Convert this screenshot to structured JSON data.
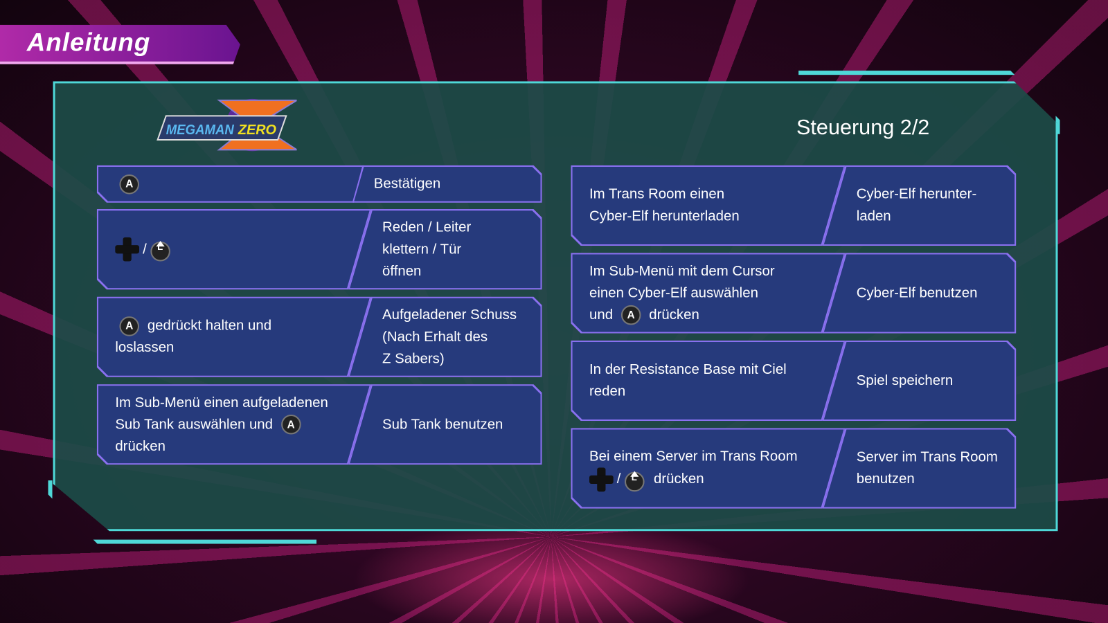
{
  "header": {
    "title": "Anleitung"
  },
  "logo": {
    "text": "MEGAMAN ZERO"
  },
  "page": {
    "title": "Steuerung 2/2"
  },
  "left": [
    {
      "action": "Bestätigen"
    },
    {
      "action_lines": [
        "Reden / Leiter",
        "klettern / Tür",
        "öffnen"
      ]
    },
    {
      "input_post": "gedrückt halten und",
      "input_line2": "loslassen",
      "action_lines": [
        "Aufgeladener Schuss",
        "(Nach Erhalt des",
        "Z Sabers)"
      ]
    },
    {
      "input_line1": "Im Sub-Menü einen aufgeladenen",
      "input_line2": "Sub Tank auswählen und",
      "input_line3": "drücken",
      "action": "Sub Tank benutzen"
    }
  ],
  "right": [
    {
      "input_lines": [
        "Im Trans Room einen",
        "Cyber-Elf herunterladen"
      ],
      "action_lines": [
        "Cyber-Elf herunter-",
        "laden"
      ]
    },
    {
      "input_line1": "Im Sub-Menü mit dem Cursor",
      "input_line2": "einen Cyber-Elf auswählen",
      "input_pre3": "und",
      "input_post3": "drücken",
      "action": "Cyber-Elf benutzen"
    },
    {
      "input_lines": [
        "In der Resistance Base mit Ciel",
        "reden"
      ],
      "action": "Spiel speichern"
    },
    {
      "input_line1": "Bei einem Server im Trans Room",
      "input_post2": "drücken",
      "action_lines": [
        "Server im Trans Room",
        "benutzen"
      ]
    }
  ],
  "icons": {
    "a": "A",
    "l": "L",
    "slash": "/"
  }
}
